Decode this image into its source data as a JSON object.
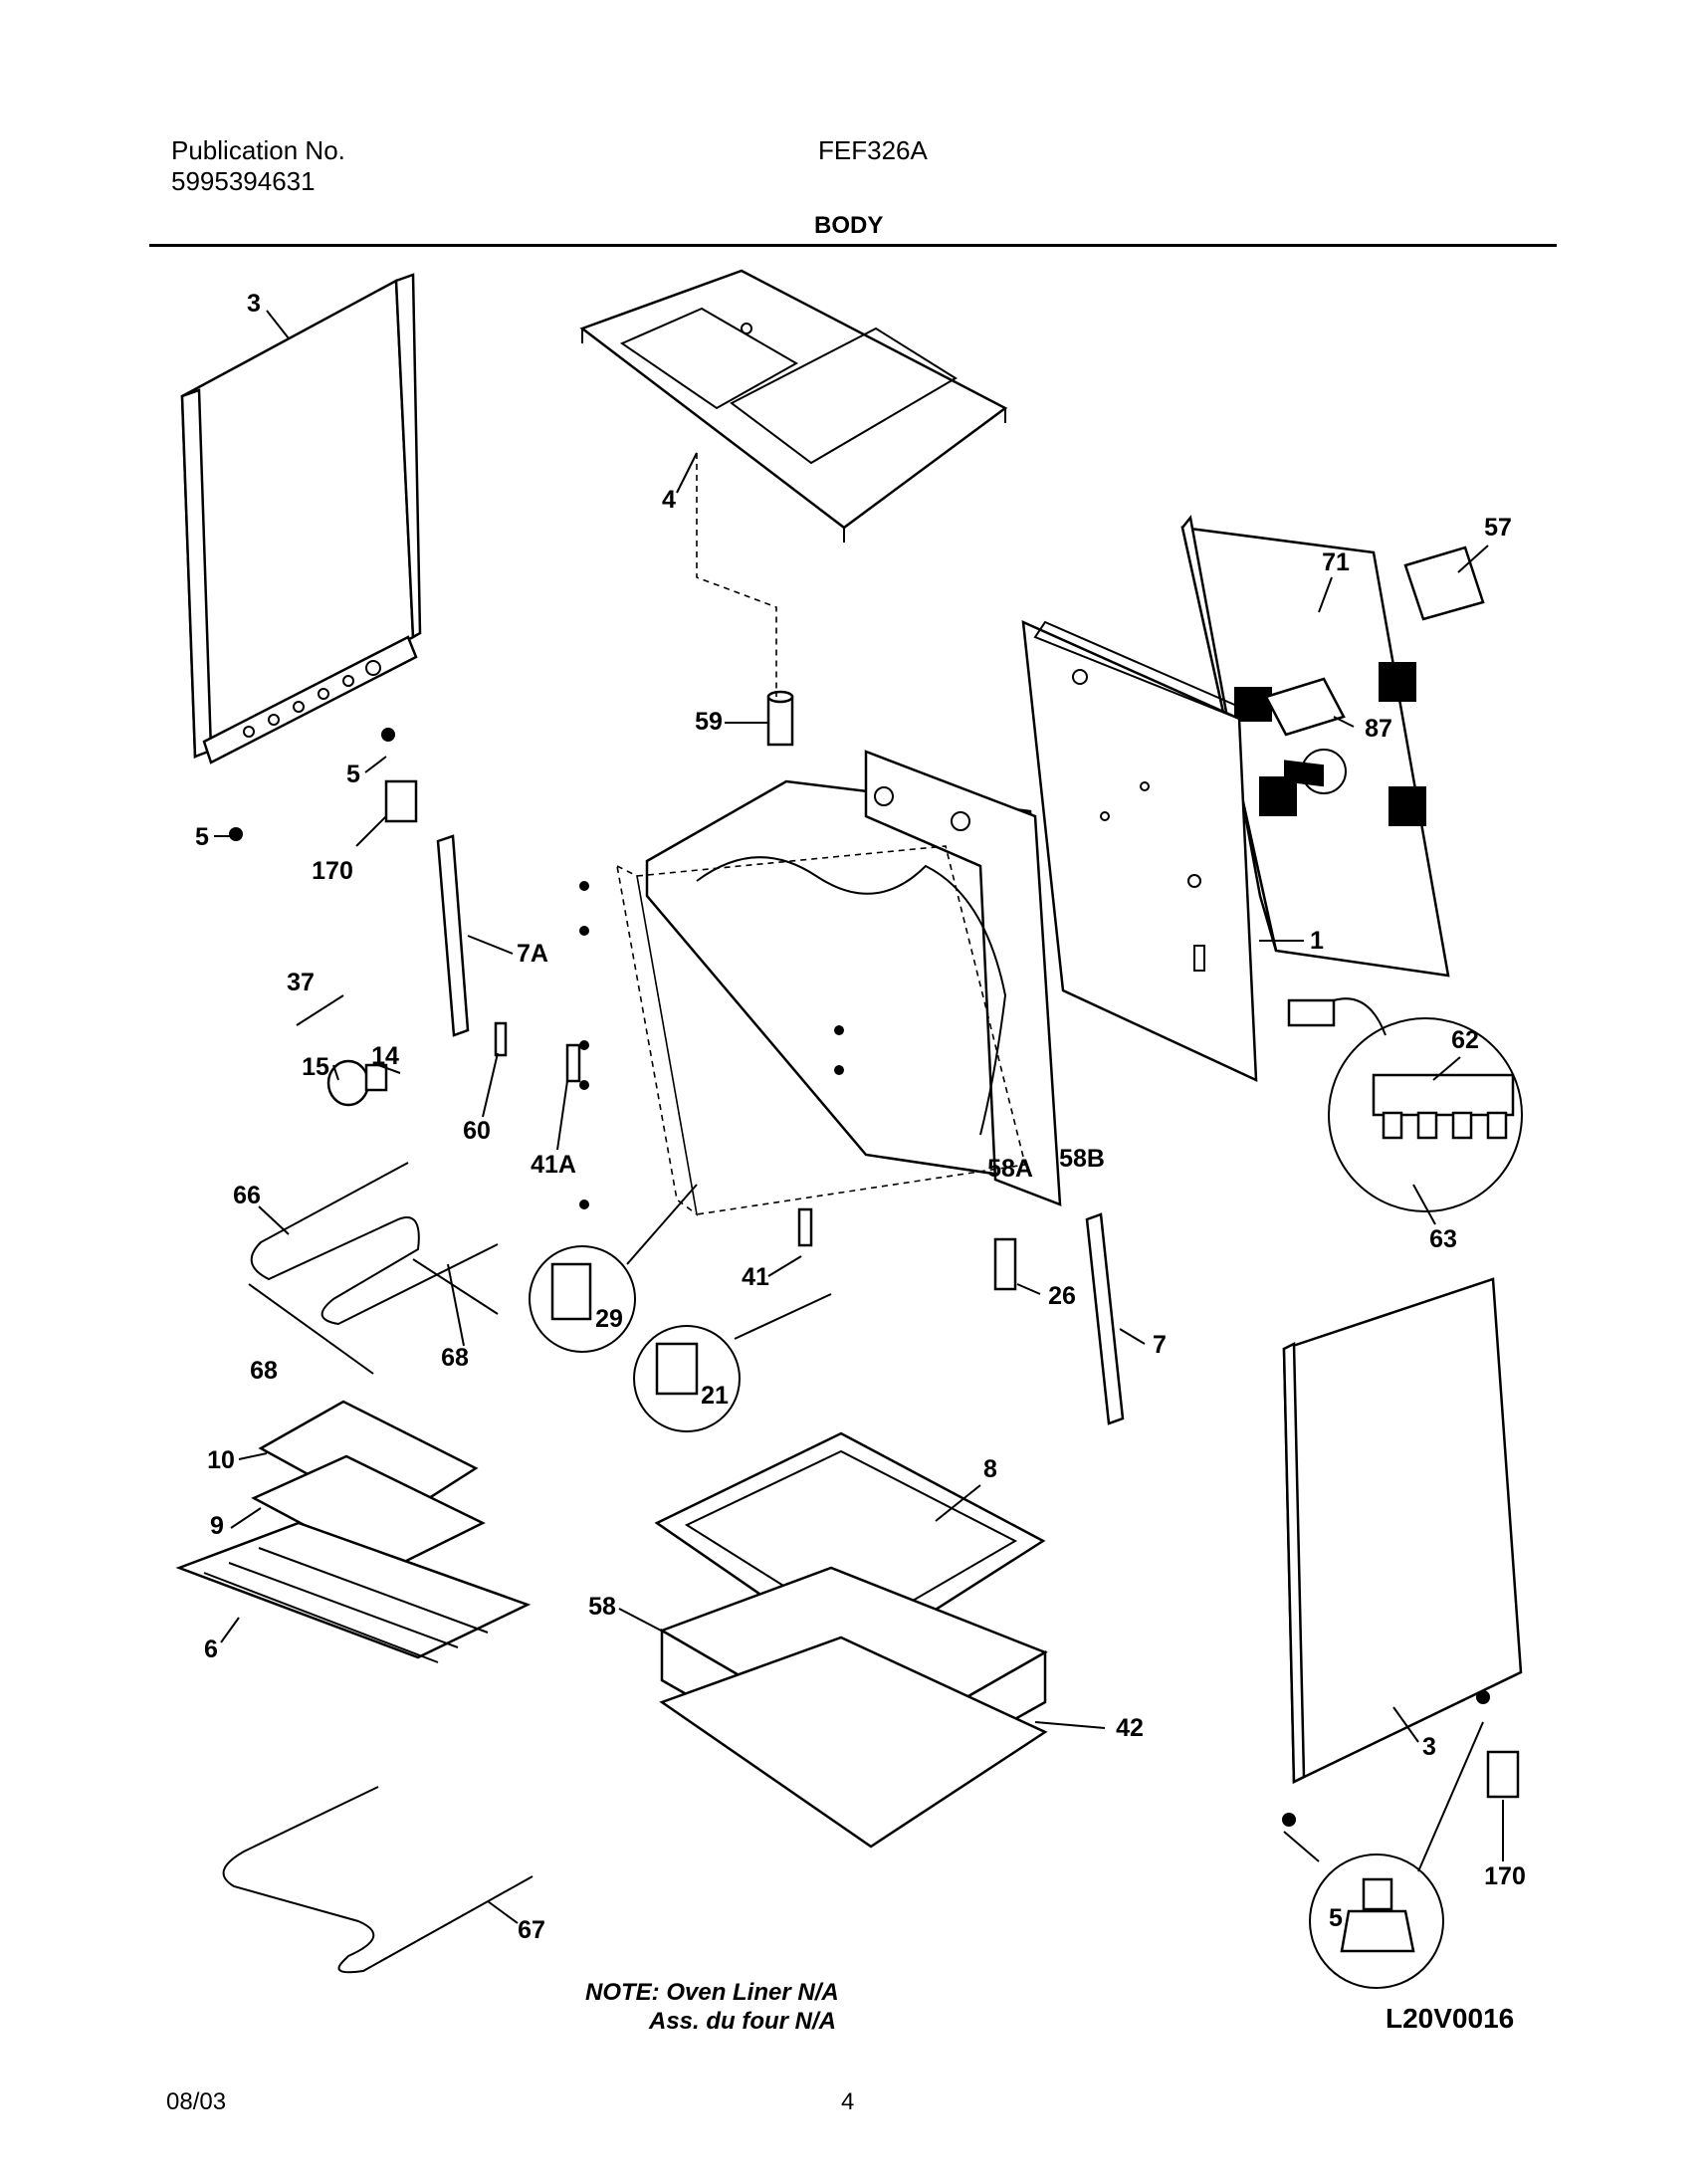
{
  "header": {
    "publication_label": "Publication No.",
    "publication_number": "5995394631",
    "model": "FEF326A",
    "section_title": "BODY"
  },
  "callouts": [
    "3",
    "4",
    "57",
    "71",
    "87",
    "59",
    "5",
    "5",
    "170",
    "7A",
    "37",
    "14",
    "15",
    "60",
    "41A",
    "1",
    "62",
    "63",
    "58A",
    "58B",
    "66",
    "68",
    "68",
    "29",
    "21",
    "41",
    "26",
    "7",
    "10",
    "9",
    "6",
    "8",
    "58",
    "42",
    "3",
    "170",
    "5",
    "67"
  ],
  "notes": {
    "line1": "NOTE: Oven Liner N/A",
    "line2": "Ass. du four N/A"
  },
  "diagram_code": "L20V0016",
  "footer": {
    "date": "08/03",
    "page": "4"
  }
}
